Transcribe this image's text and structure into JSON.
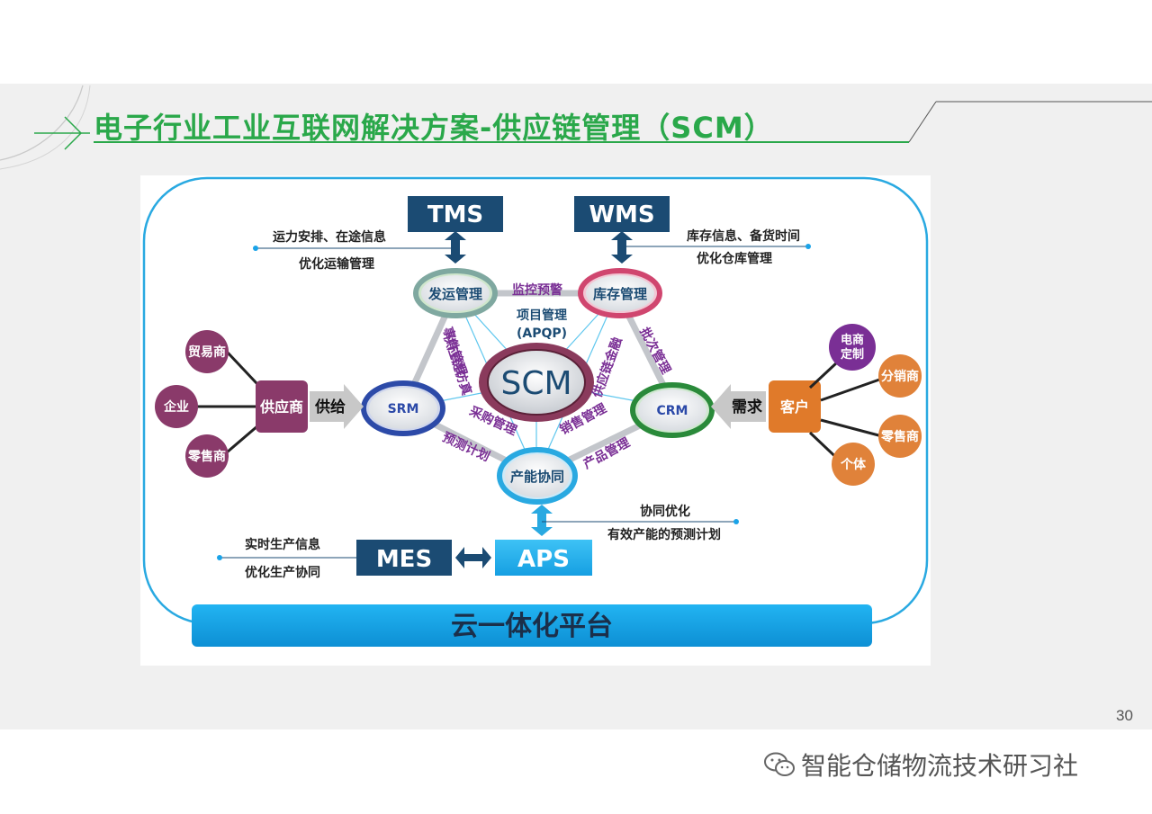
{
  "slide": {
    "title": "电子行业工业互联网解决方案-供应链管理（SCM）",
    "page_number": "30"
  },
  "diagram": {
    "center": "SCM",
    "top_boxes": {
      "tms": "TMS",
      "wms": "WMS"
    },
    "tms_notes": [
      "运力安排、在途信息",
      "优化运输管理"
    ],
    "wms_notes": [
      "库存信息、备货时间",
      "优化仓库管理"
    ],
    "nodes": {
      "transport": "发运管理",
      "inventory": "库存管理",
      "srm": "SRM",
      "crm": "CRM",
      "capacity": "产能协同"
    },
    "edge_labels": {
      "monitor": "监控预警",
      "project": "项目管理",
      "project_sub": "(APQP)",
      "event": "事件管理",
      "simulation": "供应链仿真",
      "finance": "供应链金融",
      "batch": "批次管理",
      "purchase": "采购管理",
      "sales": "销售管理",
      "forecast": "预测计划",
      "product": "产品管理"
    },
    "supply_side": {
      "hub": "供应商",
      "flow": "供给",
      "items": [
        "贸易商",
        "企业",
        "零售商"
      ]
    },
    "demand_side": {
      "hub": "客户",
      "flow": "需求",
      "items": [
        "电商定制",
        "分销商",
        "零售商",
        "个体"
      ]
    },
    "aps": "APS",
    "mes": "MES",
    "aps_notes": [
      "协同优化",
      "有效产能的预测计划"
    ],
    "mes_notes": [
      "实时生产信息",
      "优化生产协同"
    ],
    "platform": "云一体化平台"
  },
  "footer": {
    "brand": "智能仓储物流技术研习社",
    "brand_icon": "wechat-icon"
  },
  "colors": {
    "title_green": "#2aa84a",
    "navy": "#1b4b73",
    "cyan": "#1aa3e8",
    "purple": "#7a2f95",
    "orange": "#e07a2a",
    "maroon": "#8a3a6a"
  }
}
